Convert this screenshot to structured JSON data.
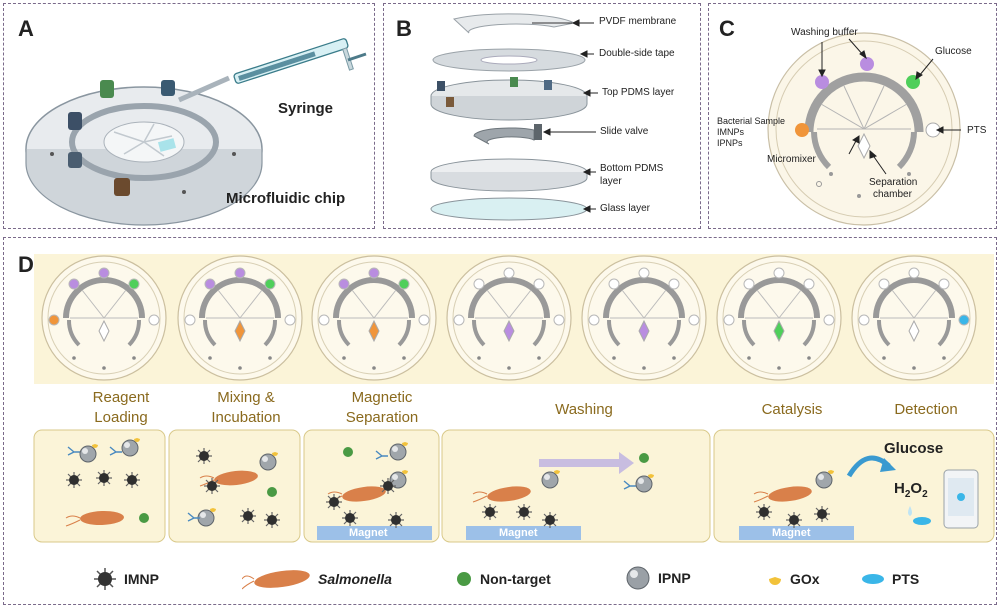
{
  "panels": {
    "a": {
      "label": "A",
      "syringe": "Syringe",
      "chip": "Microfluidic chip"
    },
    "b": {
      "label": "B",
      "layers": [
        "PVDF membrane",
        "Double-side tape",
        "Top PDMS layer",
        "Slide valve",
        "Bottom PDMS",
        "layer",
        "Glass layer"
      ]
    },
    "c": {
      "label": "C",
      "labels": {
        "washing": "Washing buffer",
        "glucose": "Glucose",
        "sample1": "Bacterial Sample",
        "sample2": "IMNPs",
        "sample3": "IPNPs",
        "pts": "PTS",
        "micromixer": "Micromixer",
        "sep1": "Separation",
        "sep2": "chamber"
      }
    },
    "d": {
      "label": "D"
    }
  },
  "steps": [
    {
      "line1": "Reagent",
      "line2": "Loading"
    },
    {
      "line1": "Mixing &",
      "line2": "Incubation"
    },
    {
      "line1": "Magnetic",
      "line2": "Separation"
    },
    {
      "line1": "Washing",
      "line2": ""
    },
    {
      "line1": "Catalysis",
      "line2": ""
    },
    {
      "line1": "Detection",
      "line2": ""
    }
  ],
  "magnet_label": "Magnet",
  "glucose_label": "Glucose",
  "h2o2": {
    "h": "H",
    "sub1": "2",
    "o": "O",
    "sub2": "2"
  },
  "legend": [
    {
      "icon": "imnp-icon",
      "label": "IMNP"
    },
    {
      "icon": "salmonella-icon",
      "label": "Salmonella"
    },
    {
      "icon": "non-target-icon",
      "label": "Non-target"
    },
    {
      "icon": "ipnp-icon",
      "label": "IPNP"
    },
    {
      "icon": "gox-icon",
      "label": "GOx"
    },
    {
      "icon": "pts-icon",
      "label": "PTS"
    }
  ],
  "colors": {
    "purple": "#b98de0",
    "green": "#4fcf5a",
    "orange": "#f0953a",
    "pts_blue": "#3ab6e8",
    "bacteria": "#d9804a",
    "magnet": "#9cc0e8",
    "frame": "#7a6a8a",
    "step_text": "#8a6a1e"
  }
}
